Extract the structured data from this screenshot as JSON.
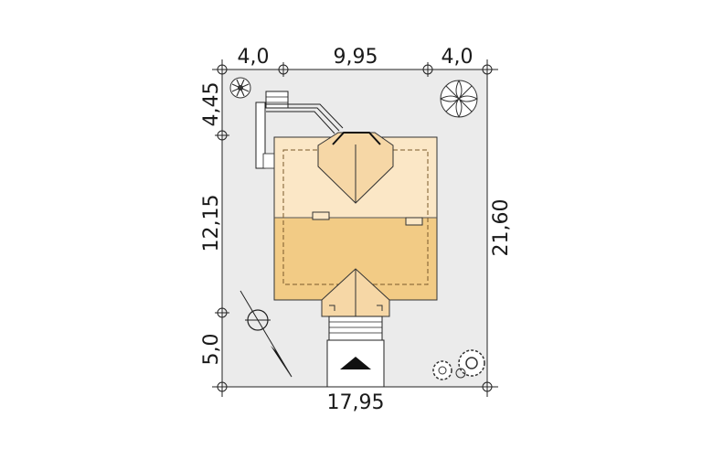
{
  "dimensions": {
    "top_left": "4,0",
    "top_middle": "9,95",
    "top_right": "4,0",
    "left_top": "4,45",
    "left_middle": "12,15",
    "left_bottom": "5,0",
    "right_total": "21,60",
    "bottom_total": "17,95"
  },
  "colors": {
    "plot": "#ebebeb",
    "roof_light": "#fbe7c6",
    "roof_dark": "#f2cb85",
    "gable": "#f6d7a6",
    "outline": "#222222"
  }
}
